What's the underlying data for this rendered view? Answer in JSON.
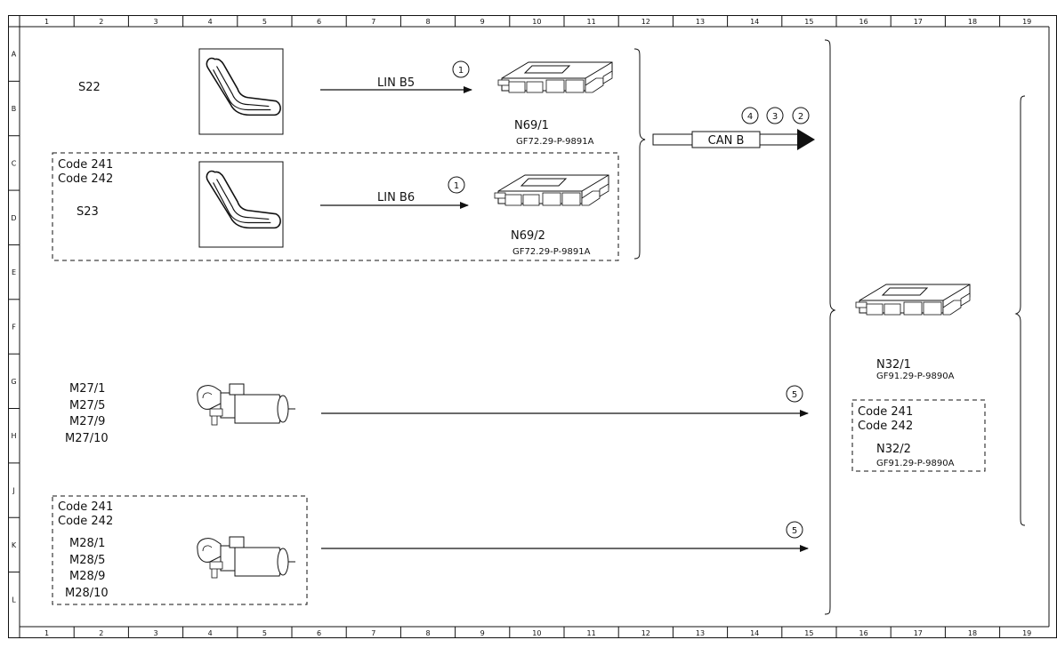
{
  "ruler": {
    "columns": [
      "1",
      "2",
      "3",
      "4",
      "5",
      "6",
      "7",
      "8",
      "9",
      "10",
      "11",
      "12",
      "13",
      "14",
      "15",
      "16",
      "17",
      "18",
      "19"
    ],
    "rows": [
      "A",
      "B",
      "C",
      "D",
      "E",
      "F",
      "G",
      "H",
      "J",
      "K",
      "L"
    ]
  },
  "components": {
    "s22": {
      "label": "S22"
    },
    "s23": {
      "label": "S23",
      "codes": [
        "Code 241",
        "Code 242"
      ]
    },
    "n69_1": {
      "label": "N69/1",
      "part": "GF72.29-P-9891A"
    },
    "n69_2": {
      "label": "N69/2",
      "part": "GF72.29-P-9891A"
    },
    "n32_1": {
      "label": "N32/1",
      "part": "GF91.29-P-9890A"
    },
    "n32_2": {
      "label": "N32/2",
      "part": "GF91.29-P-9890A",
      "codes": [
        "Code 241",
        "Code 242"
      ]
    },
    "m27": {
      "labels": [
        "M27/1",
        "M27/5",
        "M27/9",
        "M27/10"
      ]
    },
    "m28": {
      "labels": [
        "M28/1",
        "M28/5",
        "M28/9",
        "M28/10"
      ],
      "codes": [
        "Code 241",
        "Code 242"
      ]
    }
  },
  "signals": {
    "lin_b5": {
      "label": "LIN B5",
      "ref": "1"
    },
    "lin_b6": {
      "label": "LIN B6",
      "ref": "1"
    },
    "can_b": {
      "label": "CAN B",
      "refs": [
        "4",
        "3",
        "2"
      ]
    },
    "m27_line": {
      "ref": "5"
    },
    "m28_line": {
      "ref": "5"
    }
  }
}
